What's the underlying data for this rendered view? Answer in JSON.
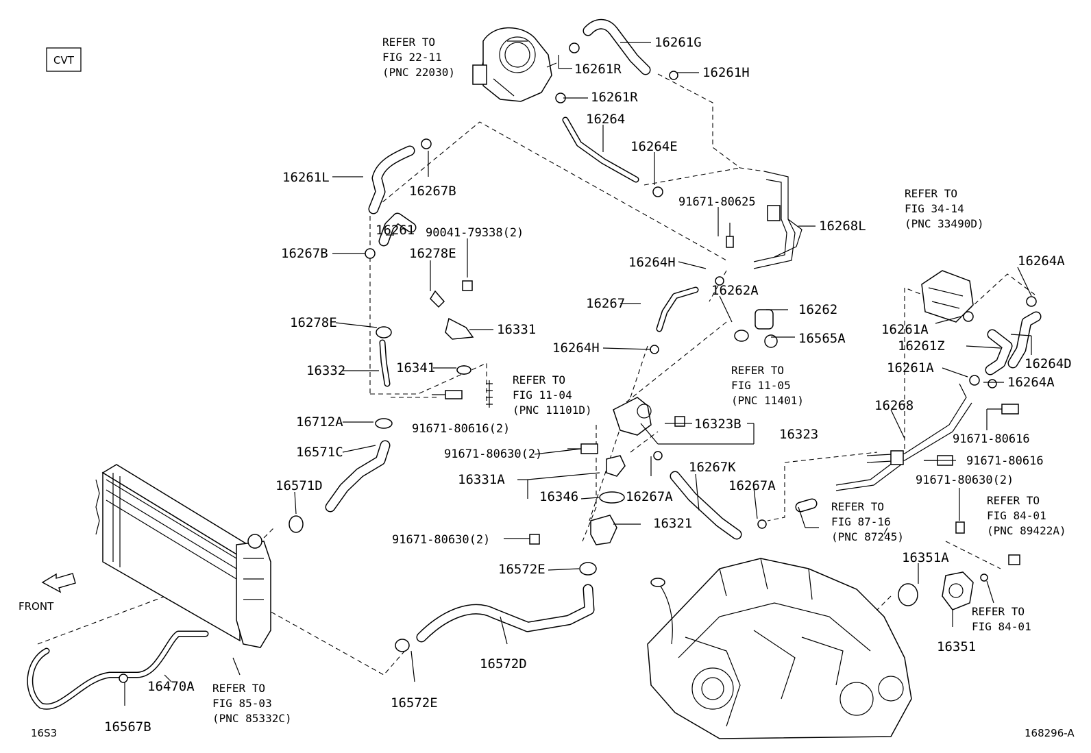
{
  "header": {
    "transmission_tag": "CVT"
  },
  "footer": {
    "page_code": "16S3",
    "figure_id": "168296-A"
  },
  "direction": {
    "front_label": "FRONT"
  },
  "part_labels": {
    "p16261G": "16261G",
    "p16261R_a": "16261R",
    "p16261H": "16261H",
    "p16261R_b": "16261R",
    "p16264": "16264",
    "p16264E": "16264E",
    "p16261L": "16261L",
    "p16267B_a": "16267B",
    "p91671_80625": "91671-80625",
    "p16268L": "16268L",
    "p16261": "16261",
    "p90041_79338": "90041-79338(2)",
    "p16267B_b": "16267B",
    "p16278E_a": "16278E",
    "p16264H_a": "16264H",
    "p16264A_a": "16264A",
    "p16267": "16267",
    "p16262A": "16262A",
    "p16262": "16262",
    "p16278E_b": "16278E",
    "p16331": "16331",
    "p16261A_a": "16261A",
    "p16565A": "16565A",
    "p16261Z": "16261Z",
    "p16264D": "16264D",
    "p16332": "16332",
    "p16341": "16341",
    "p16264H_b": "16264H",
    "p16261A_b": "16261A",
    "p16264A_b": "16264A",
    "p16268": "16268",
    "p16712A": "16712A",
    "p91671_80616_2": "91671-80616(2)",
    "p16323B": "16323B",
    "p16323": "16323",
    "p91671_80616_a": "91671-80616",
    "p16571C": "16571C",
    "p91671_80630_2a": "91671-80630(2)",
    "p91671_80616_b": "91671-80616",
    "p16571D": "16571D",
    "p16331A": "16331A",
    "p16267K": "16267K",
    "p16267A_a": "16267A",
    "p91671_80630_2b": "91671-80630(2)",
    "p16346": "16346",
    "p16267A_b": "16267A",
    "p16321": "16321",
    "p91671_80630_2c": "91671-80630(2)",
    "p16351A": "16351A",
    "p16572E_a": "16572E",
    "p16351": "16351",
    "p16572D": "16572D",
    "p16470A": "16470A",
    "p16572E_b": "16572E",
    "p16567B": "16567B"
  },
  "references": {
    "r22_11": [
      "REFER TO",
      "FIG 22-11",
      "(PNC 22030)"
    ],
    "r34_14": [
      "REFER TO",
      "FIG 34-14",
      "(PNC 33490D)"
    ],
    "r11_04": [
      "REFER TO",
      "FIG 11-04",
      "(PNC 11101D)"
    ],
    "r11_05": [
      "REFER TO",
      "FIG 11-05",
      "(PNC 11401)"
    ],
    "r87_16": [
      "REFER TO",
      "FIG 87-16",
      "(PNC 87245)"
    ],
    "r84_01a": [
      "REFER TO",
      "FIG 84-01",
      "(PNC 89422A)"
    ],
    "r84_01b": [
      "REFER TO",
      "FIG 84-01"
    ],
    "r85_03": [
      "REFER TO",
      "FIG 85-03",
      "(PNC 85332C)"
    ]
  }
}
